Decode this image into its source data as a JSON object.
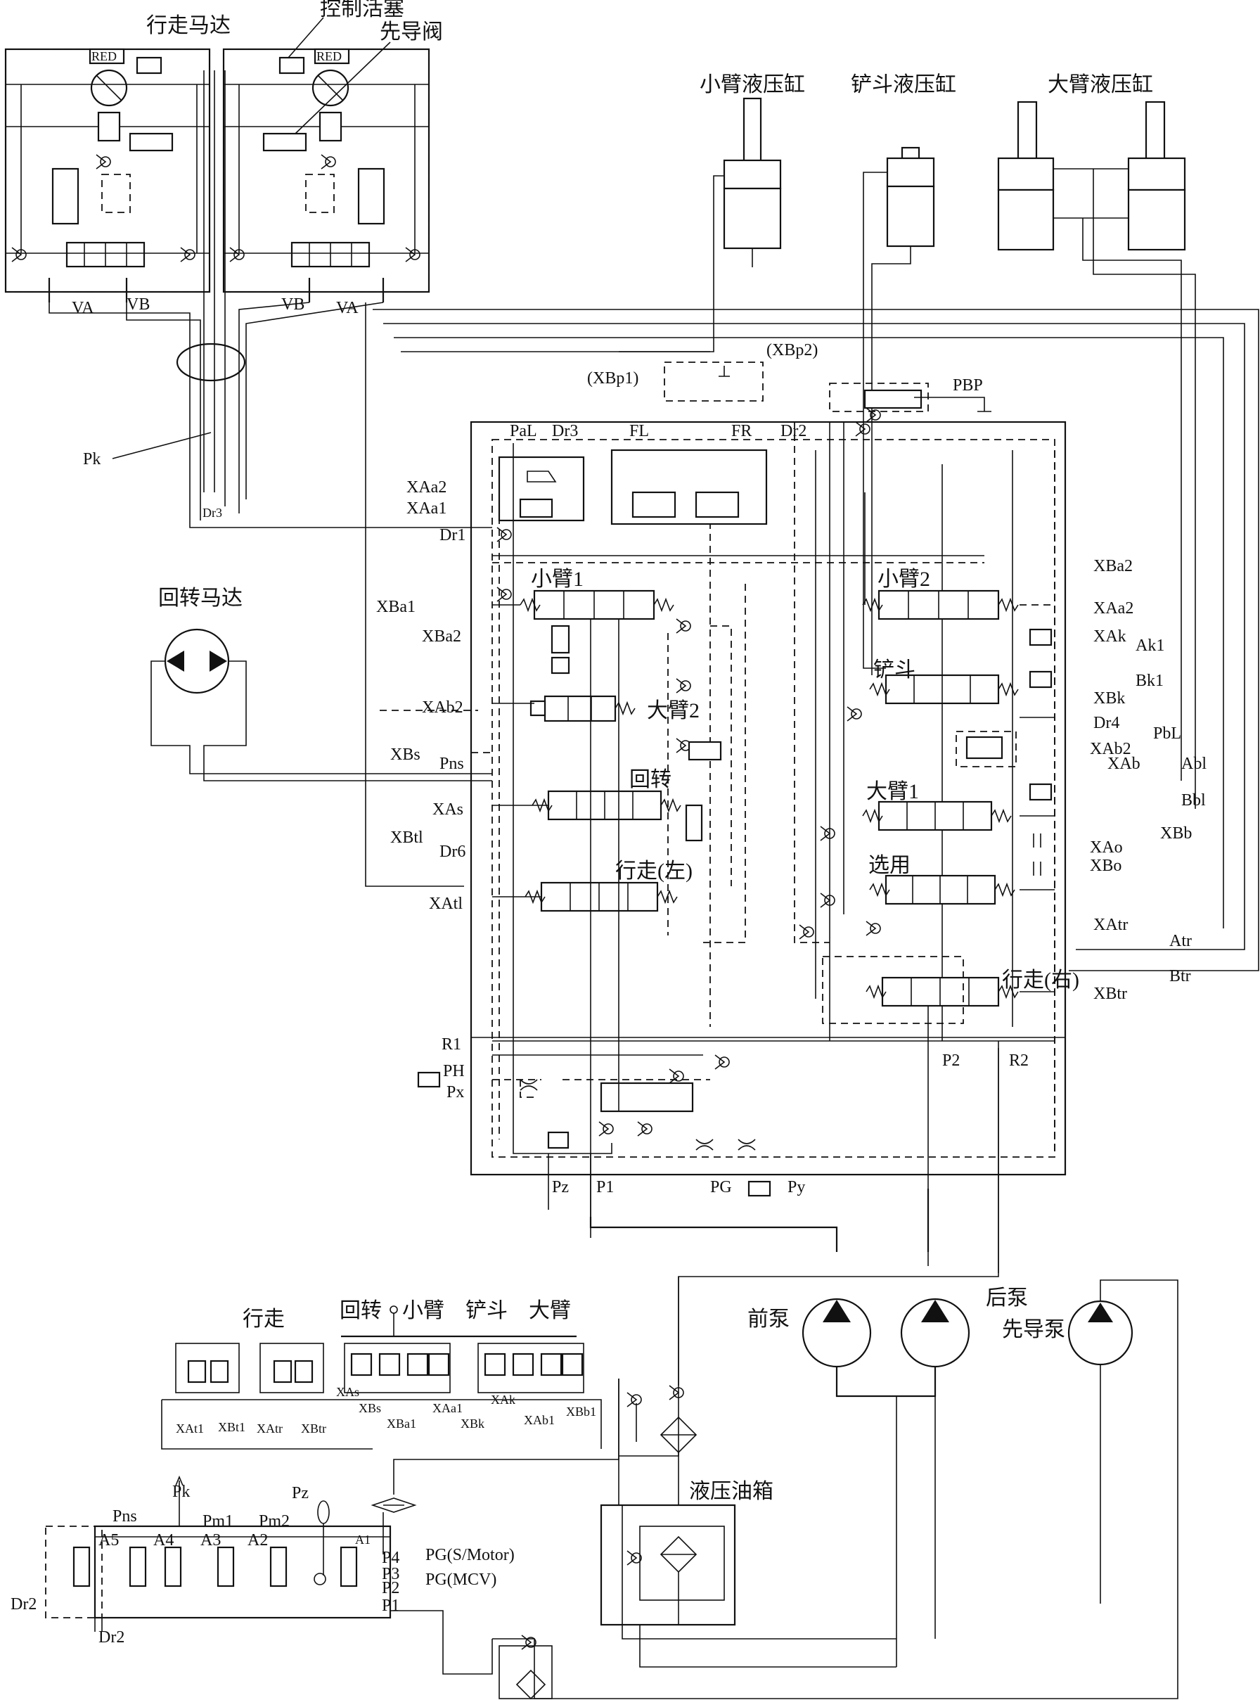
{
  "components": {
    "travel_motor": "行走马达",
    "control_piston": "控制活塞",
    "pilot_valve": "先导阀",
    "red": "RED",
    "arm_cylinder": "小臂液压缸",
    "bucket_cylinder": "铲斗液压缸",
    "boom_cylinder": "大臂液压缸",
    "swing_motor": "回转马达",
    "front_pump": "前泵",
    "rear_pump": "后泵",
    "pilot_pump": "先导泵",
    "tank": "液压油箱"
  },
  "spools": {
    "arm1": "小臂1",
    "arm2": "小臂2",
    "boom2": "大臂2",
    "bucket": "铲斗",
    "swing": "回转",
    "boom1": "大臂1",
    "travel_left": "行走(左)",
    "option": "选用",
    "travel_right": "行走(右)"
  },
  "pilot_block": {
    "travel": "行走",
    "swing": "回转",
    "arm": "小臂",
    "bucket": "铲斗",
    "boom": "大臂"
  },
  "ports": {
    "VA_left": "VA",
    "VB_left": "VB",
    "VB_right": "VB",
    "VA_right": "VA",
    "Pk": "Pk",
    "Dr3_line": "Dr3",
    "XBp1": "(XBp1)",
    "XBp2": "(XBp2)",
    "PBP": "PBP",
    "PaL": "PaL",
    "Dr3": "Dr3",
    "FL": "FL",
    "FR": "FR",
    "Dr2": "Dr2",
    "XAa2_l": "XAa2",
    "XAa1_l": "XAa1",
    "Dr1": "Dr1",
    "XBa1_l": "XBa1",
    "XBa2_l": "XBa2",
    "XAb2_l": "XAb2",
    "XBs_l": "XBs",
    "Pns": "Pns",
    "XAs_l": "XAs",
    "XBtl_l": "XBtl",
    "Dr6": "Dr6",
    "XAtl_l": "XAtl",
    "R1": "R1",
    "PH": "PH",
    "Px": "Px",
    "Pz": "Pz",
    "P1": "P1",
    "PG": "PG",
    "Py": "Py",
    "P2": "P2",
    "R2": "R2",
    "XBa2_r": "XBa2",
    "XAa2_r": "XAa2",
    "XAk_r": "XAk",
    "Ak1": "Ak1",
    "Bk1": "Bk1",
    "XBk_r": "XBk",
    "Dr4": "Dr4",
    "PbL": "PbL",
    "XAb2_r": "XAb2",
    "XAb_r": "XAb",
    "Abl": "Abl",
    "Bbl": "Bbl",
    "XBb": "XBb",
    "XAo": "XAo",
    "XBo": "XBo",
    "XAtr_r": "XAtr",
    "Atr": "Atr",
    "Btr": "Btr",
    "XBtr_r": "XBtr"
  },
  "pilot_ports": [
    "XAt1",
    "XBt1",
    "XAtr",
    "XBtr",
    "XAs",
    "XBs",
    "XBa1",
    "XAa1",
    "XBk",
    "XAk",
    "XAb1",
    "XBb1"
  ],
  "solenoid_block": {
    "Pk": "Pk",
    "Pz": "Pz",
    "Pns": "Pns",
    "Pm1": "Pm1",
    "Pm2": "Pm2",
    "A5": "A5",
    "A4": "A4",
    "A3": "A3",
    "A2": "A2",
    "A1": "A1",
    "P4": "P4",
    "P3": "P3",
    "P2": "P2",
    "P1": "P1",
    "PG_motor": "PG(S/Motor)",
    "PG_mcv": "PG(MCV)",
    "Dr2_a": "Dr2",
    "Dr2_b": "Dr2"
  }
}
